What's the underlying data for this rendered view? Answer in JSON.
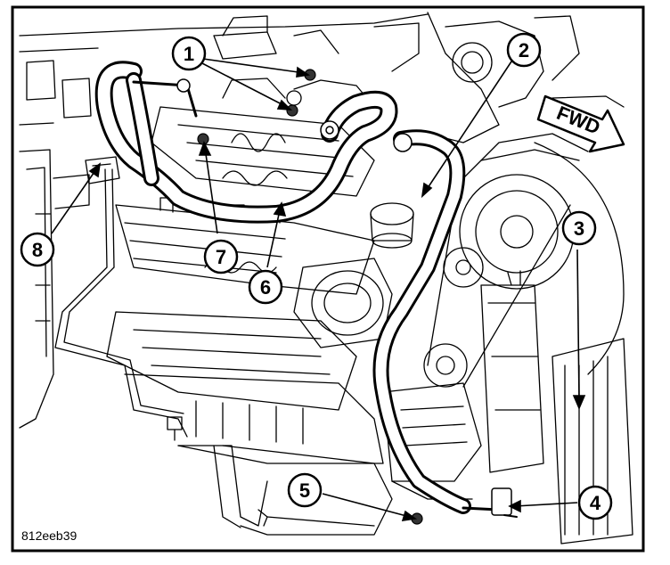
{
  "figure_code": "812eeb39",
  "direction_label": "FWD",
  "callouts": [
    "1",
    "2",
    "3",
    "4",
    "5",
    "6",
    "7",
    "8"
  ],
  "colors": {
    "ink": "#000000",
    "paper": "#ffffff",
    "hose_shade": "#e6e6e6"
  }
}
